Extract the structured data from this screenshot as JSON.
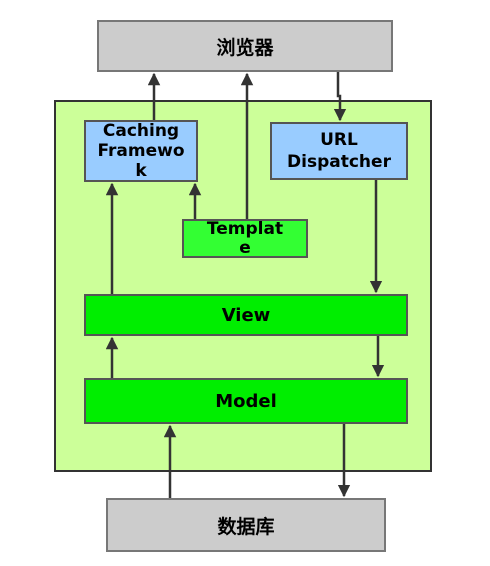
{
  "nodes": {
    "browser": {
      "label": "浏览器"
    },
    "caching": {
      "label": "Caching Framewo k"
    },
    "url": {
      "label": "URL Dispatcher"
    },
    "template": {
      "label": "Templat e"
    },
    "view": {
      "label": "View"
    },
    "model": {
      "label": "Model"
    },
    "database": {
      "label": "数据库"
    }
  },
  "colors": {
    "gray_box": "#cccccc",
    "blue_box": "#99ccff",
    "green_box": "#00ee00",
    "frame_bg": "#ccff99",
    "arrow": "#333333"
  }
}
